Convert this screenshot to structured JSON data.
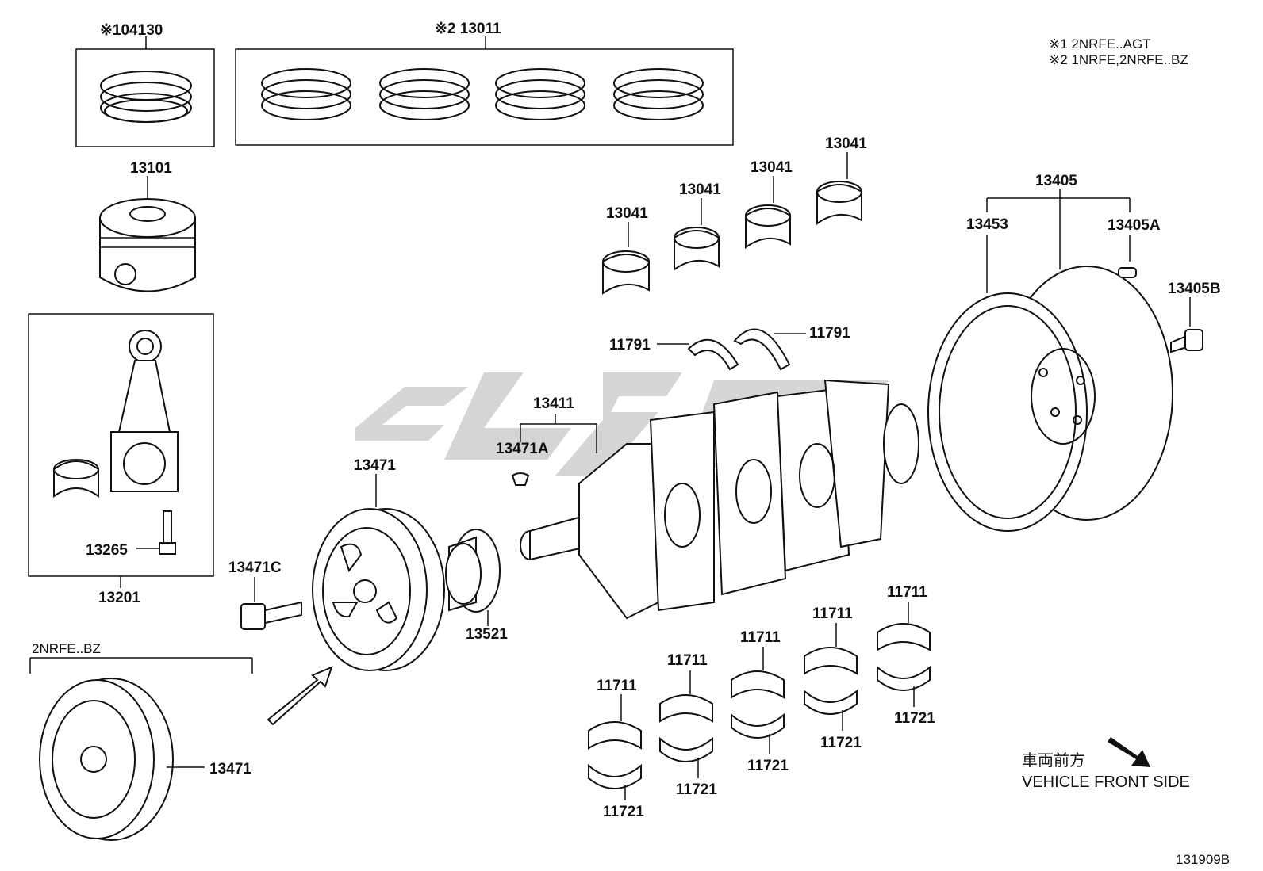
{
  "labels": {
    "ring_set_1": "※104130",
    "ring_set_2": "※2 13011",
    "piston": "13101",
    "bearing_a": "13041",
    "bearing_b": "13041",
    "bearing_c": "13041",
    "bearing_d": "13041",
    "flywheel": "13405",
    "ring_gear": "13453",
    "flywheel_pin": "13405A",
    "flywheel_bolt": "13405B",
    "thrust_left": "11791",
    "thrust_right": "11791",
    "crankshaft": "13411",
    "crank_key": "13471A",
    "pulley": "13471",
    "rod_bolt": "13265",
    "conrod_assy": "13201",
    "pulley_bolt": "13471C",
    "crank_sprocket": "13521",
    "variant_pulley": "13471",
    "upper_main_1": "11711",
    "upper_main_2": "11711",
    "upper_main_3": "11711",
    "upper_main_4": "11711",
    "upper_main_5": "11711",
    "lower_main_1": "11721",
    "lower_main_2": "11721",
    "lower_main_3": "11721",
    "lower_main_4": "11721",
    "lower_main_5": "11721"
  },
  "notes": {
    "note1": "※1 2NRFE..AGT",
    "note2": "※2 1NRFE,2NRFE..BZ",
    "variant": "2NRFE..BZ",
    "front_jp": "車両前方",
    "front_en": "VEHICLE FRONT SIDE",
    "figure_id": "131909B"
  },
  "icons": {
    "front_arrow": "arrow-down-right-icon",
    "install_arrow": "arrow-up-right-icon"
  },
  "colors": {
    "line": "#111111",
    "watermark": "#c8c8c8"
  }
}
